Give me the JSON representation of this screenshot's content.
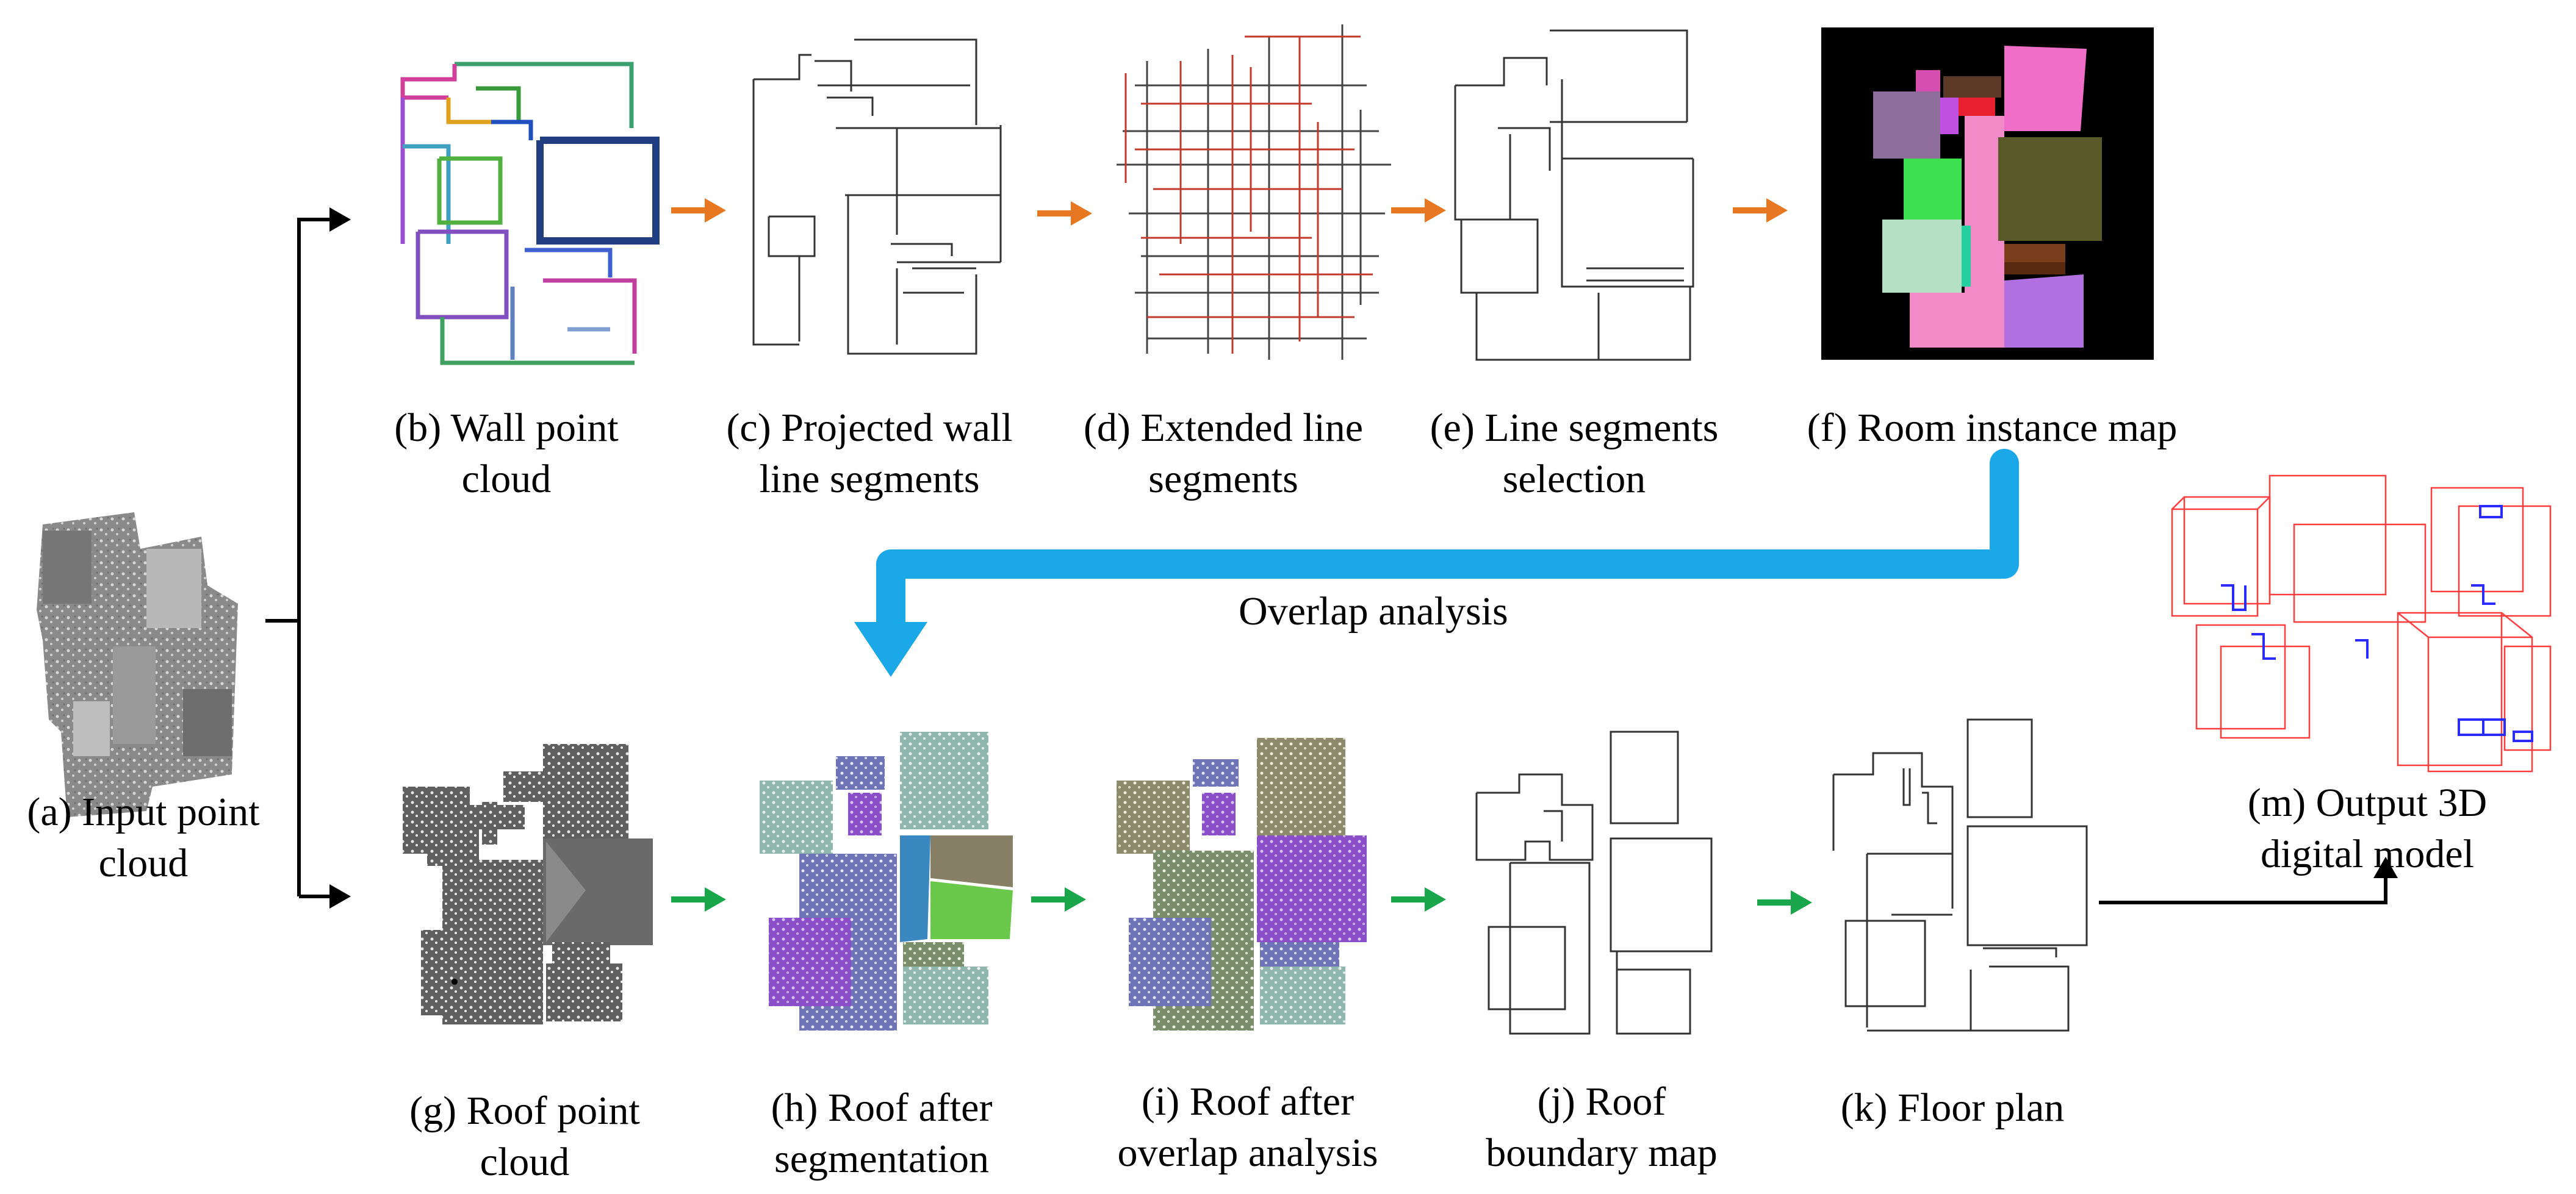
{
  "panels": {
    "a": [
      "(a) Input point",
      "cloud"
    ],
    "b": [
      "(b) Wall point",
      "cloud"
    ],
    "c": [
      "(c) Projected wall",
      "line segments"
    ],
    "d": [
      "(d) Extended line",
      "segments"
    ],
    "e": [
      "(e) Line segments",
      "selection"
    ],
    "f": [
      "(f) Room instance map"
    ],
    "g": [
      "(g) Roof point",
      "cloud"
    ],
    "h": [
      "(h) Roof after",
      "segmentation"
    ],
    "i": [
      "(i) Roof after",
      "overlap analysis"
    ],
    "j": [
      "(j) Roof",
      "boundary map"
    ],
    "k": [
      "(k) Floor plan"
    ],
    "m": [
      "(m) Output 3D",
      "digital model"
    ]
  },
  "overlap_label": "Overlap analysis",
  "colors": {
    "orange_arrow": "#e87722",
    "green_arrow": "#1aa64a",
    "blue_arrow": "#1aa8e8",
    "wall_lines": "#333333",
    "extended_lines": "#c0392b",
    "model_red": "#ff3b3b",
    "model_blue": "#2b2bff"
  }
}
